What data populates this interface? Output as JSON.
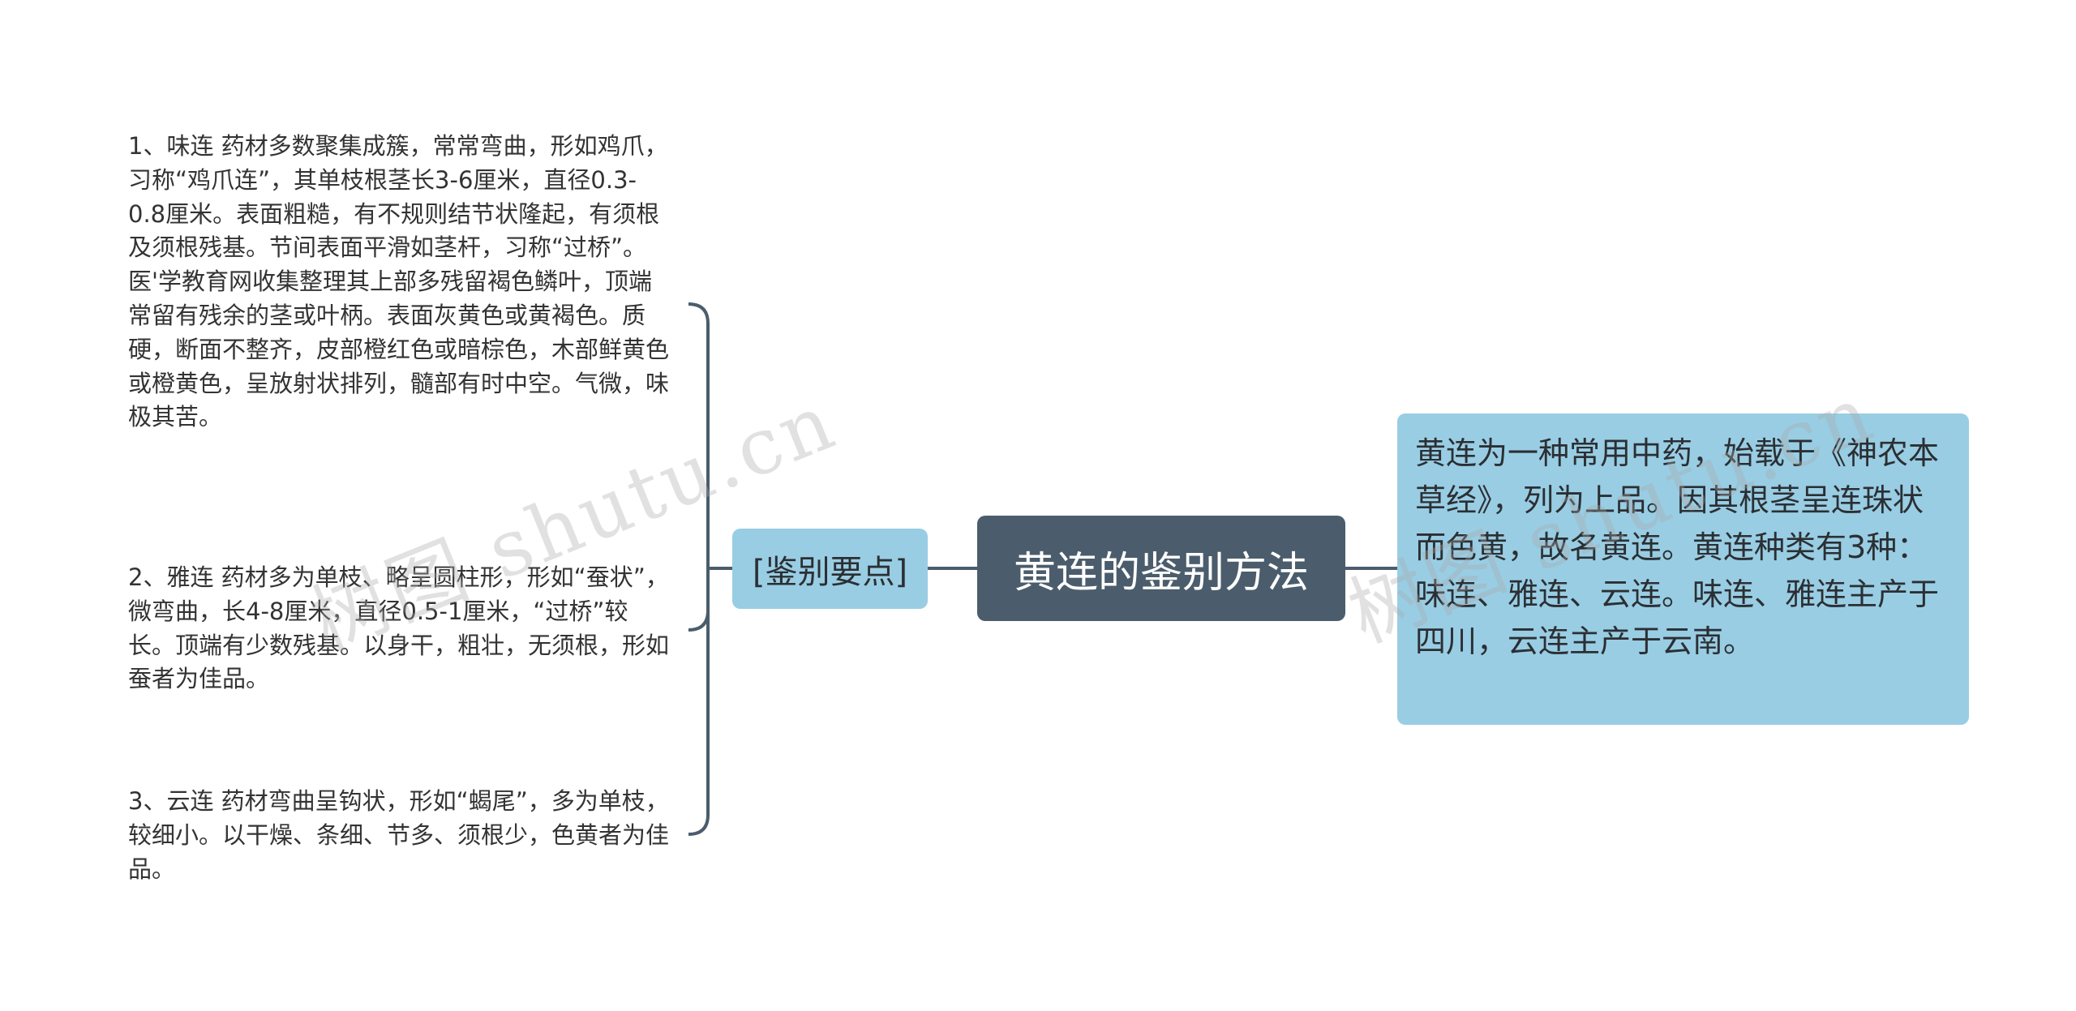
{
  "mindmap": {
    "central_title": "黄连的鉴别方法",
    "summary_text": "黄连为一种常用中药，始载于《神农本草经》，列为上品。因其根茎呈连珠状而色黄，故名黄连。黄连种类有3种：味连、雅连、云连。味连、雅连主产于四川，云连主产于云南。",
    "branch_label": "[鉴别要点]",
    "leaves": [
      "1、味连 药材多数聚集成簇，常常弯曲，形如鸡爪，习称“鸡爪连”，其单枝根茎长3-6厘米，直径0.3-0.8厘米。表面粗糙，有不规则结节状隆起，有须根及须根残基。节间表面平滑如茎杆，习称“过桥”。医'学教育网收集整理其上部多残留褐色鳞叶，顶端常留有残余的茎或叶柄。表面灰黄色或黄褐色。质硬，断面不整齐，皮部橙红色或暗棕色，木部鲜黄色或橙黄色，呈放射状排列，髓部有时中空。气微，味极其苦。",
      "2、雅连 药材多为单枝、略呈圆柱形，形如“蚕状”，微弯曲，长4-8厘米，直径0.5-1厘米，“过桥”较长。顶端有少数残基。以身干，粗壮，无须根，形如蚕者为佳品。",
      "3、云连 药材弯曲呈钩状，形如“蝎尾”，多为单枝，较细小。以干燥、条细、节多、须根少，色黄者为佳品。"
    ]
  },
  "watermarks": [
    "树图 shutu.cn",
    "树图 shutu.cn"
  ],
  "colors": {
    "central_fill": "#4b5d6c",
    "node_fill": "#99cde3",
    "connector": "#4b5d6c"
  }
}
